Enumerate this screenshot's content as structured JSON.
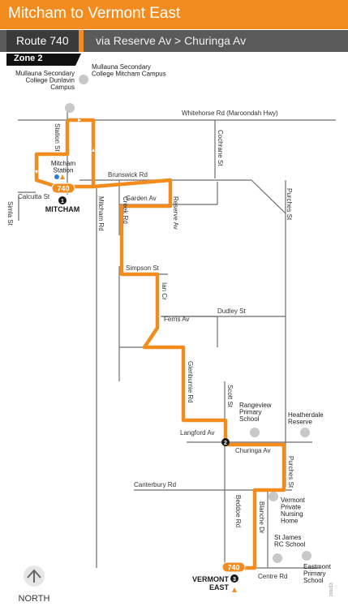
{
  "header": {
    "title": "Mitcham to Vermont East",
    "route_label": "Route 740",
    "via": "via Reserve Av > Churinga Av",
    "zone": "Zone 2"
  },
  "colors": {
    "route": "#f28c1e",
    "road": "#6e6e6e",
    "poi": "#c8c8c8"
  },
  "roads": {
    "whitehorse": "Whitehorse Rd (Maroondah Hwy)",
    "station_st": "Station St",
    "cochrane": "Cochrane St",
    "purches": "Purches St",
    "brunswick": "Brunswick Rd",
    "calcutta": "Calcutta St",
    "simla": "Simla St",
    "creek": "Creek Rd",
    "mitcham_rd": "Mitcham Rd",
    "reserve": "Reserve Av",
    "garden": "Garden Av",
    "simpson": "Simpson St",
    "ian": "Ian Cr",
    "dudley": "Dudley St",
    "ferris": "Ferris Av",
    "glenburnie": "Glenburnie Rd",
    "scott": "Scott St",
    "langford": "Langford Av",
    "churinga": "Churinga Av",
    "purches_s": "Purches St",
    "canterbury": "Canterbury Rd",
    "beddoe": "Beddoe Rd",
    "blanche": "Blanche Dr",
    "centre": "Centre Rd"
  },
  "places": {
    "mullauna_mitcham": "Mullauna Secondary College Mitcham Campus",
    "mullauna_dunlavin": "Mullauna Secondary College Dunlavin Campus",
    "mitcham_station": "Mitcham Station",
    "rangeview": "Rangeview Primary School",
    "heatherdale": "Heatherdale Reserve",
    "vermont_private": "Vermont Private Nursing Home",
    "st_james": "St James RC School",
    "eastmont": "Eastmont Primary School"
  },
  "stops": {
    "s1": {
      "num": "1",
      "name": "MITCHAM"
    },
    "s2": {
      "num": "2"
    },
    "s3": {
      "num": "3",
      "name_line1": "VERMONT",
      "name_line2": "EAST"
    }
  },
  "route_badges": {
    "top": "740",
    "bottom": "740"
  },
  "compass": {
    "label": "NORTH"
  },
  "code": "201013"
}
